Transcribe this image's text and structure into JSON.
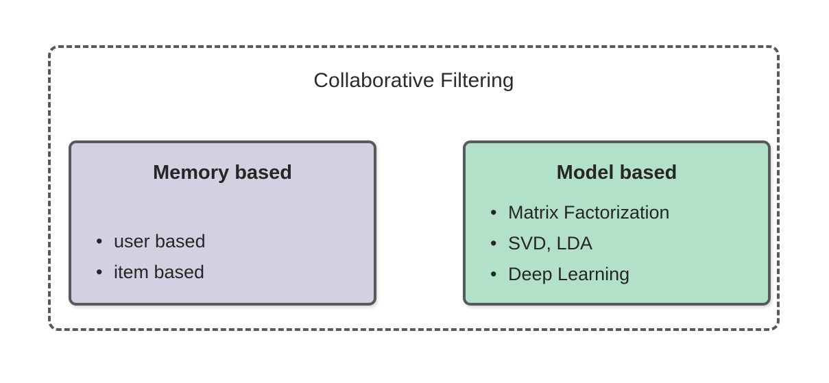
{
  "diagram": {
    "title": "Collaborative Filtering",
    "categories": [
      {
        "id": "memory",
        "heading": "Memory based",
        "fill_color": "#d3d1e1",
        "items": [
          "user based",
          "item based"
        ]
      },
      {
        "id": "model",
        "heading": "Model based",
        "fill_color": "#b3e0c8",
        "items": [
          "Matrix Factorization",
          "SVD, LDA",
          "Deep Learning"
        ]
      }
    ],
    "border_color": "#555a5e",
    "text_color": "#262626",
    "background_color": "#ffffff"
  }
}
